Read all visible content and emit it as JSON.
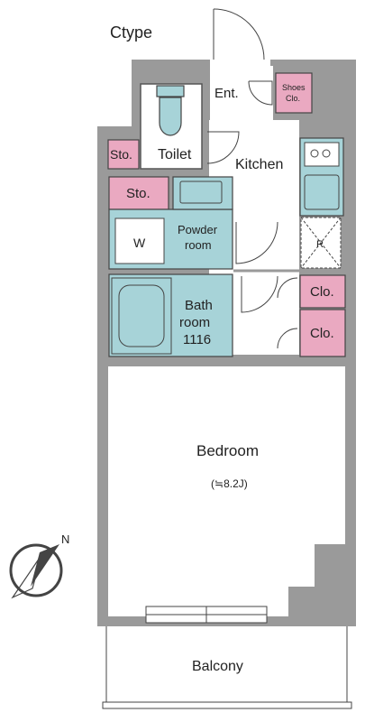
{
  "plan": {
    "type_label": "Ctype",
    "rooms": {
      "entrance": "Ent.",
      "shoes_closet_line1": "Shoes",
      "shoes_closet_line2": "Clo.",
      "storage_top": "Sto.",
      "toilet": "Toilet",
      "kitchen": "Kitchen",
      "storage_mid": "Sto.",
      "washer": "W",
      "powder_room_line1": "Powder",
      "powder_room_line2": "room",
      "fridge": "R",
      "bathroom_line1": "Bath",
      "bathroom_line2": "room",
      "bathroom_line3": "1116",
      "closet_1": "Clo.",
      "closet_2": "Clo.",
      "bedroom": "Bedroom",
      "bedroom_size": "(≒8.2J)",
      "balcony": "Balcony"
    },
    "compass_label": "N"
  },
  "colors": {
    "wall": "#9a9a9a",
    "storage_pink": "#eaa9c1",
    "fixture_blue": "#a7d3d8"
  }
}
